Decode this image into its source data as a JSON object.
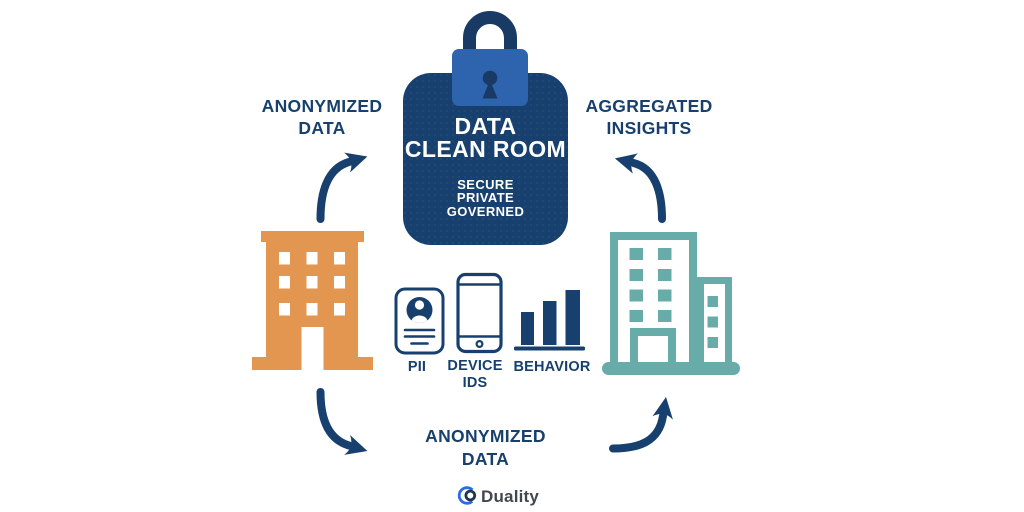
{
  "colors": {
    "navy": "#17406E",
    "lock_blue": "#2E64AE",
    "lock_dark": "#183A64",
    "building_orange": "#E2964F",
    "building_teal": "#68ACAA",
    "logo_blue": "#2B6BE3",
    "logo_navy": "#22354F",
    "logo_text_gray": "#42474E",
    "background": "#FFFFFF"
  },
  "clean_room": {
    "title_line1": "DATA",
    "title_line2": "CLEAN ROOM",
    "attributes": [
      "SECURE",
      "PRIVATE",
      "GOVERNED"
    ]
  },
  "flow_labels": {
    "top_left": {
      "line1": "ANONYMIZED",
      "line2": "DATA"
    },
    "top_right": {
      "line1": "AGGREGATED",
      "line2": "INSIGHTS"
    },
    "bottom": {
      "line1": "ANONYMIZED",
      "line2": "DATA"
    }
  },
  "data_type_labels": {
    "pii": "PII",
    "device_line1": "DEVICE",
    "device_line2": "IDS",
    "behavior": "BEHAVIOR"
  },
  "icons": {
    "padlock": "padlock-icon",
    "left_building": "office-building-icon",
    "right_building": "city-buildings-icon",
    "pii_card": "id-card-icon",
    "device": "smartphone-icon",
    "behavior": "bar-chart-icon",
    "arrows": "curved-arrow-icon",
    "logo_mark": "duality-logo-icon"
  },
  "brand": {
    "wordmark": "Duality"
  }
}
